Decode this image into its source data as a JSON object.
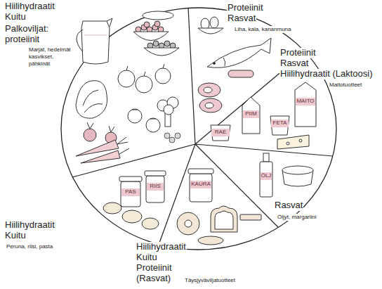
{
  "diagram": {
    "labels": [
      "Hiilihydraatit",
      "Kuitu",
      "Palkoviljat: proteiinit",
      "Marjat, hedelmät kasvikset, pähkinät",
      "Proteiinit",
      "Rasvat",
      "Liha, kala, kananmuna",
      "Proteiinit",
      "Rasvat",
      "Hiilihydraatit (Laktoosi)",
      "Maitotuotteet",
      "Rasvat",
      "Öljyt, margariini",
      "Hiilihydraatit",
      "Kuitu",
      "Peruna, riisi, pasta",
      "Hiilihydraatit",
      "Kuitu",
      "Proteiinit",
      "(Rasvat)",
      "Täysjyväviljatuotteet",
      "PIIM",
      "FETA",
      "MAITO",
      "RAE",
      "ÖLJ",
      "PAS",
      "RIIS",
      "KAURA"
    ]
  }
}
